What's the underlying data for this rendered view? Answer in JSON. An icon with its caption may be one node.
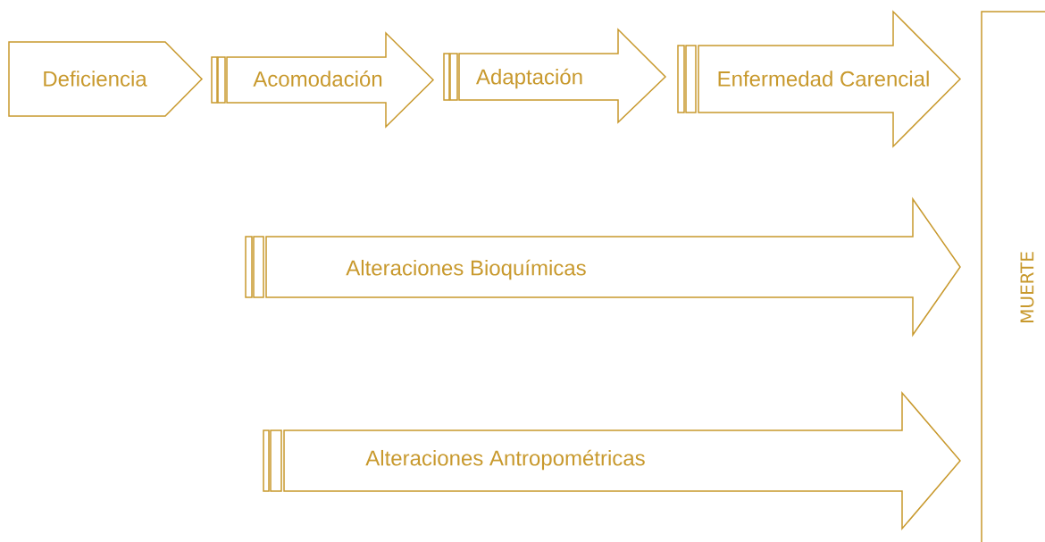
{
  "diagram": {
    "nodes": [
      {
        "text": [
          "Deficiencia"
        ]
      },
      {
        "text": [
          "Acomodación"
        ]
      },
      {
        "text": [
          "Adaptación"
        ]
      },
      {
        "text": [
          "Enfermedad Carencial"
        ]
      },
      {
        "text": [
          "Alteraciones Bioquímicas"
        ]
      },
      {
        "text": [
          "Alteraciones Antropométricas"
        ]
      },
      {
        "text": [
          "MUERTE"
        ]
      }
    ]
  }
}
